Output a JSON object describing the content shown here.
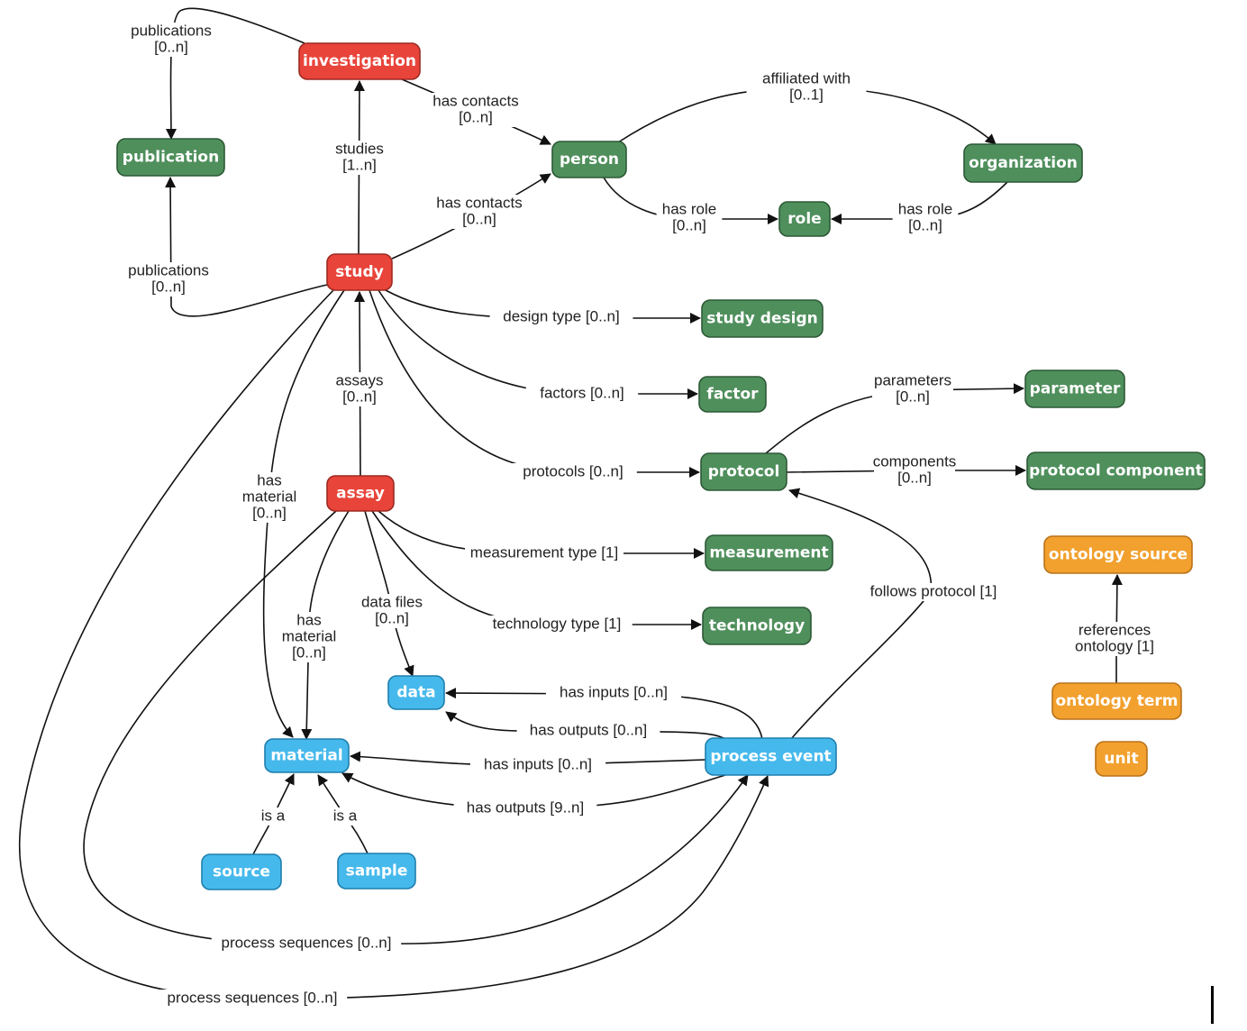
{
  "colors": {
    "red": {
      "fill": "#e8443a",
      "stroke": "#9c2a22"
    },
    "green": {
      "fill": "#4f8f5c",
      "stroke": "#2d5a36"
    },
    "blue": {
      "fill": "#46b9ec",
      "stroke": "#1e7fad"
    },
    "orange": {
      "fill": "#f2a02e",
      "stroke": "#b9721a"
    }
  },
  "nodes": {
    "investigation": {
      "label": "investigation",
      "color": "red"
    },
    "publication": {
      "label": "publication",
      "color": "green"
    },
    "person": {
      "label": "person",
      "color": "green"
    },
    "organization": {
      "label": "organization",
      "color": "green"
    },
    "role": {
      "label": "role",
      "color": "green"
    },
    "study": {
      "label": "study",
      "color": "red"
    },
    "study_design": {
      "label": "study design",
      "color": "green"
    },
    "factor": {
      "label": "factor",
      "color": "green"
    },
    "parameter": {
      "label": "parameter",
      "color": "green"
    },
    "protocol": {
      "label": "protocol",
      "color": "green"
    },
    "protocol_component": {
      "label": "protocol component",
      "color": "green"
    },
    "assay": {
      "label": "assay",
      "color": "red"
    },
    "measurement": {
      "label": "measurement",
      "color": "green"
    },
    "technology": {
      "label": "technology",
      "color": "green"
    },
    "ontology_source": {
      "label": "ontology source",
      "color": "orange"
    },
    "ontology_term": {
      "label": "ontology term",
      "color": "orange"
    },
    "unit": {
      "label": "unit",
      "color": "orange"
    },
    "data": {
      "label": "data",
      "color": "blue"
    },
    "material": {
      "label": "material",
      "color": "blue"
    },
    "process_event": {
      "label": "process event",
      "color": "blue"
    },
    "source": {
      "label": "source",
      "color": "blue"
    },
    "sample": {
      "label": "sample",
      "color": "blue"
    }
  },
  "edges": {
    "inv_publications": {
      "from": "investigation",
      "to": "publication",
      "label": [
        "publications",
        "[0..n]"
      ]
    },
    "inv_has_contacts": {
      "from": "investigation",
      "to": "person",
      "label": [
        "has contacts",
        "[0..n]"
      ]
    },
    "person_affiliated": {
      "from": "person",
      "to": "organization",
      "label": [
        "affiliated with",
        "[0..1]"
      ]
    },
    "person_has_role": {
      "from": "person",
      "to": "role",
      "label": [
        "has role",
        "[0..n]"
      ]
    },
    "org_has_role": {
      "from": "organization",
      "to": "role",
      "label": [
        "has role",
        "[0..n]"
      ]
    },
    "study_studies": {
      "from": "study",
      "to": "investigation",
      "label": [
        "studies",
        "[1..n]"
      ]
    },
    "study_has_contacts": {
      "from": "study",
      "to": "person",
      "label": [
        "has contacts",
        "[0..n]"
      ]
    },
    "study_publications": {
      "from": "study",
      "to": "publication",
      "label": [
        "publications",
        "[0..n]"
      ]
    },
    "study_design_type": {
      "from": "study",
      "to": "study_design",
      "label": [
        "design type [0..n]"
      ]
    },
    "study_factors": {
      "from": "study",
      "to": "factor",
      "label": [
        "factors [0..n]"
      ]
    },
    "study_protocols": {
      "from": "study",
      "to": "protocol",
      "label": [
        "protocols [0..n]"
      ]
    },
    "assay_assays": {
      "from": "assay",
      "to": "study",
      "label": [
        "assays",
        "[0..n]"
      ]
    },
    "study_has_material": {
      "from": "study",
      "to": "material",
      "label": [
        "has",
        "material",
        "[0..n]"
      ]
    },
    "protocol_parameters": {
      "from": "protocol",
      "to": "parameter",
      "label": [
        "parameters",
        "[0..n]"
      ]
    },
    "protocol_components": {
      "from": "protocol",
      "to": "protocol_component",
      "label": [
        "components",
        "[0..n]"
      ]
    },
    "assay_measurement": {
      "from": "assay",
      "to": "measurement",
      "label": [
        "measurement type [1]"
      ]
    },
    "assay_technology": {
      "from": "assay",
      "to": "technology",
      "label": [
        "technology type [1]"
      ]
    },
    "assay_data_files": {
      "from": "assay",
      "to": "data",
      "label": [
        "data files",
        "[0..n]"
      ]
    },
    "assay_has_material": {
      "from": "assay",
      "to": "material",
      "label": [
        "has",
        "material",
        "[0..n]"
      ]
    },
    "pe_follows_protocol": {
      "from": "process_event",
      "to": "protocol",
      "label": [
        "follows protocol [1]"
      ]
    },
    "term_references": {
      "from": "ontology_term",
      "to": "ontology_source",
      "label": [
        "references",
        "ontology [1]"
      ]
    },
    "pe_data_inputs": {
      "from": "process_event",
      "to": "data",
      "label": [
        "has inputs [0..n]"
      ]
    },
    "pe_data_outputs": {
      "from": "process_event",
      "to": "data",
      "label": [
        "has outputs [0..n]"
      ]
    },
    "pe_material_inputs": {
      "from": "process_event",
      "to": "material",
      "label": [
        "has inputs [0..n]"
      ]
    },
    "pe_material_outputs": {
      "from": "process_event",
      "to": "material",
      "label": [
        "has outputs [9..n]"
      ]
    },
    "source_is_a": {
      "from": "source",
      "to": "material",
      "label": [
        "is a"
      ]
    },
    "sample_is_a": {
      "from": "sample",
      "to": "material",
      "label": [
        "is a"
      ]
    },
    "assay_process_sequences": {
      "from": "assay",
      "to": "process_event",
      "label": [
        "process sequences [0..n]"
      ]
    },
    "study_process_sequences": {
      "from": "study",
      "to": "process_event",
      "label": [
        "process sequences [0..n]"
      ]
    }
  }
}
